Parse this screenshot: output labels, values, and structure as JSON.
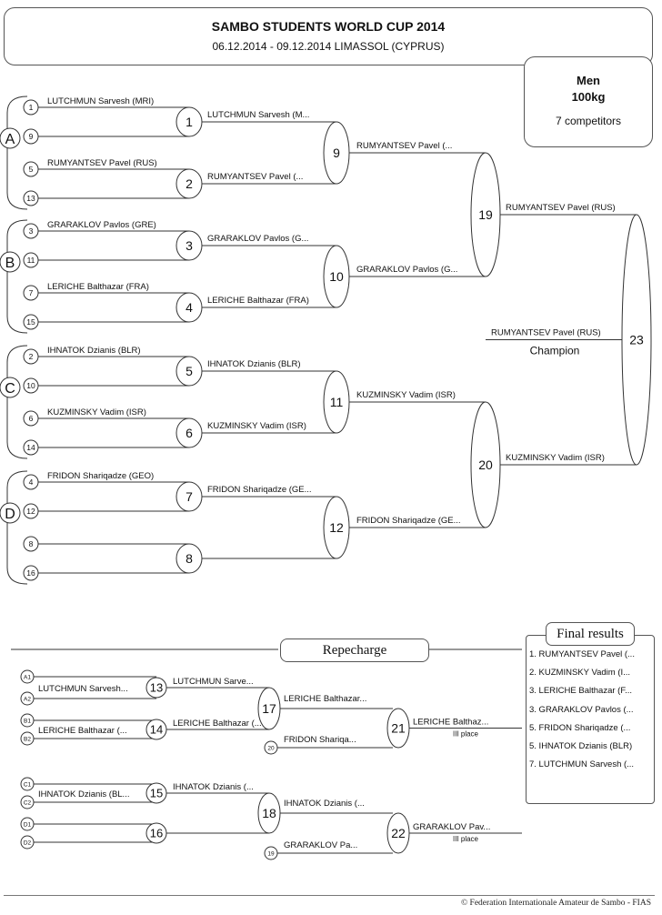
{
  "header": {
    "title": "SAMBO STUDENTS WORLD CUP 2014",
    "subtitle": "06.12.2014 - 09.12.2014 LIMASSOL  (CYPRUS)"
  },
  "category": {
    "gender": "Men",
    "weight": "100kg",
    "competitors": "7 competitors"
  },
  "groups": [
    "A",
    "B",
    "C",
    "D"
  ],
  "seeds": [
    "1",
    "9",
    "5",
    "13",
    "3",
    "11",
    "7",
    "15",
    "2",
    "10",
    "6",
    "14",
    "4",
    "12",
    "8",
    "16"
  ],
  "round1": [
    {
      "bout": "1",
      "top": "LUTCHMUN Sarvesh (MRI)",
      "bottom": "",
      "winner": "LUTCHMUN Sarvesh (M..."
    },
    {
      "bout": "2",
      "top": "RUMYANTSEV Pavel (RUS)",
      "bottom": "",
      "winner": "RUMYANTSEV Pavel (..."
    },
    {
      "bout": "3",
      "top": "GRARAKLOV Pavlos (GRE)",
      "bottom": "",
      "winner": "GRARAKLOV Pavlos (G..."
    },
    {
      "bout": "4",
      "top": "LERICHE Balthazar (FRA)",
      "bottom": "",
      "winner": "LERICHE Balthazar (FRA)"
    },
    {
      "bout": "5",
      "top": "IHNATOK Dzianis (BLR)",
      "bottom": "",
      "winner": "IHNATOK Dzianis (BLR)"
    },
    {
      "bout": "6",
      "top": "KUZMINSKY Vadim (ISR)",
      "bottom": "",
      "winner": "KUZMINSKY Vadim (ISR)"
    },
    {
      "bout": "7",
      "top": "FRIDON Shariqadze (GEO)",
      "bottom": "",
      "winner": "FRIDON Shariqadze (GE..."
    },
    {
      "bout": "8",
      "top": "",
      "bottom": "",
      "winner": ""
    }
  ],
  "round2": [
    {
      "bout": "9",
      "winner": "RUMYANTSEV Pavel (..."
    },
    {
      "bout": "10",
      "winner": "GRARAKLOV Pavlos (G..."
    },
    {
      "bout": "11",
      "winner": "KUZMINSKY Vadim (ISR)"
    },
    {
      "bout": "12",
      "winner": "FRIDON Shariqadze (GE..."
    }
  ],
  "semis": [
    {
      "bout": "19",
      "winner": "RUMYANTSEV Pavel (RUS)"
    },
    {
      "bout": "20",
      "winner": "KUZMINSKY Vadim (ISR)"
    }
  ],
  "final": {
    "bout": "23",
    "winner": "RUMYANTSEV Pavel (RUS)",
    "label": "Champion"
  },
  "repechage": {
    "title": "Repecharge",
    "slots": [
      "A1",
      "A2",
      "B1",
      "B2",
      "C1",
      "C2",
      "D1",
      "D2"
    ],
    "bout13": {
      "bout": "13",
      "entrant": "LUTCHMUN Sarvesh...",
      "winner": "LUTCHMUN Sarve..."
    },
    "bout14": {
      "bout": "14",
      "entrant": "LERICHE Balthazar (...",
      "winner": "LERICHE Balthazar (..."
    },
    "bout15": {
      "bout": "15",
      "entrant": "IHNATOK Dzianis (BL...",
      "winner": "IHNATOK Dzianis (..."
    },
    "bout16": {
      "bout": "16",
      "entrant": "",
      "winner": ""
    },
    "bout17": {
      "bout": "17",
      "winner": "LERICHE Balthazar...",
      "from": "20",
      "from_name": "FRIDON Shariqa..."
    },
    "bout18": {
      "bout": "18",
      "winner": "IHNATOK Dzianis (...",
      "from": "19",
      "from_name": "GRARAKLOV Pa..."
    },
    "bout21": {
      "bout": "21",
      "winner": "LERICHE Balthaz...",
      "place": "III place"
    },
    "bout22": {
      "bout": "22",
      "winner": "GRARAKLOV Pav...",
      "place": "III place"
    }
  },
  "final_results": {
    "title": "Final results",
    "items": [
      "1. RUMYANTSEV Pavel (...",
      "2. KUZMINSKY Vadim (I...",
      "3. LERICHE Balthazar (F...",
      "3. GRARAKLOV Pavlos (...",
      "5. FRIDON Shariqadze (...",
      "5. IHNATOK Dzianis (BLR)",
      "7. LUTCHMUN Sarvesh (..."
    ]
  },
  "footer": "© Federation Internationale Amateur de Sambo - FIAS"
}
